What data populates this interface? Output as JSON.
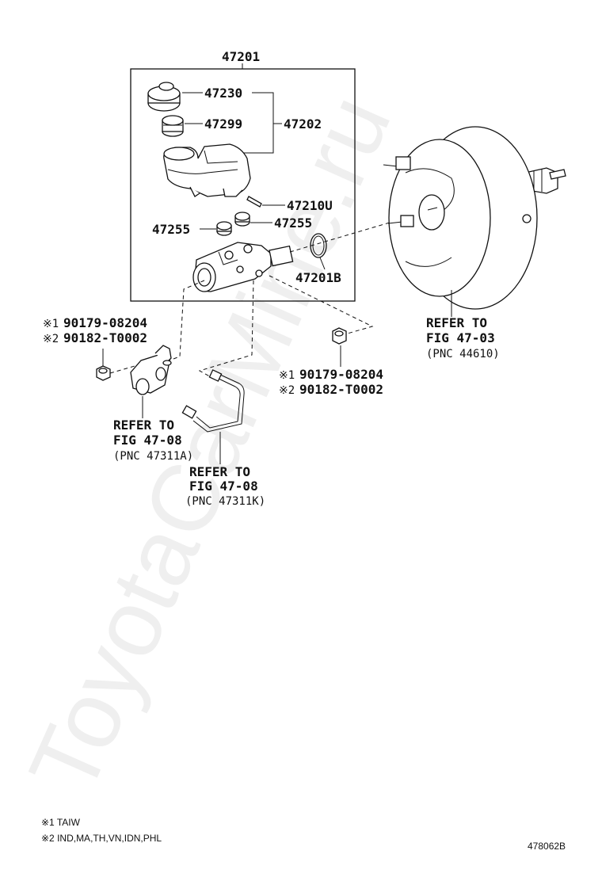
{
  "watermark": "ToyotaCarMine.ru",
  "diagram_id": "478062B",
  "parts": {
    "assembly": "47201",
    "cap": "47230",
    "grommet": "47299",
    "reservoir": "47202",
    "pin": "47210U",
    "seal_right": "47255",
    "seal_left": "47255",
    "oring": "47201B"
  },
  "nut_left": {
    "line1_mark": "※1",
    "line1_part": "90179-08204",
    "line2_mark": "※2",
    "line2_part": "90182-T0002"
  },
  "nut_right": {
    "line1_mark": "※1",
    "line1_part": "90179-08204",
    "line2_mark": "※2",
    "line2_part": "90182-T0002"
  },
  "refs": {
    "booster": {
      "line1": "REFER TO",
      "line2": "FIG 47-03",
      "line3": "(PNC 44610)"
    },
    "valve": {
      "line1": "REFER TO",
      "line2": "FIG 47-08",
      "line3": "(PNC 47311A)"
    },
    "tube": {
      "line1": "REFER TO",
      "line2": "FIG 47-08",
      "line3": "(PNC 47311K)"
    }
  },
  "footnotes": {
    "note1": "※1 TAIW",
    "note2": "※2 IND,MA,TH,VN,IDN,PHL"
  }
}
